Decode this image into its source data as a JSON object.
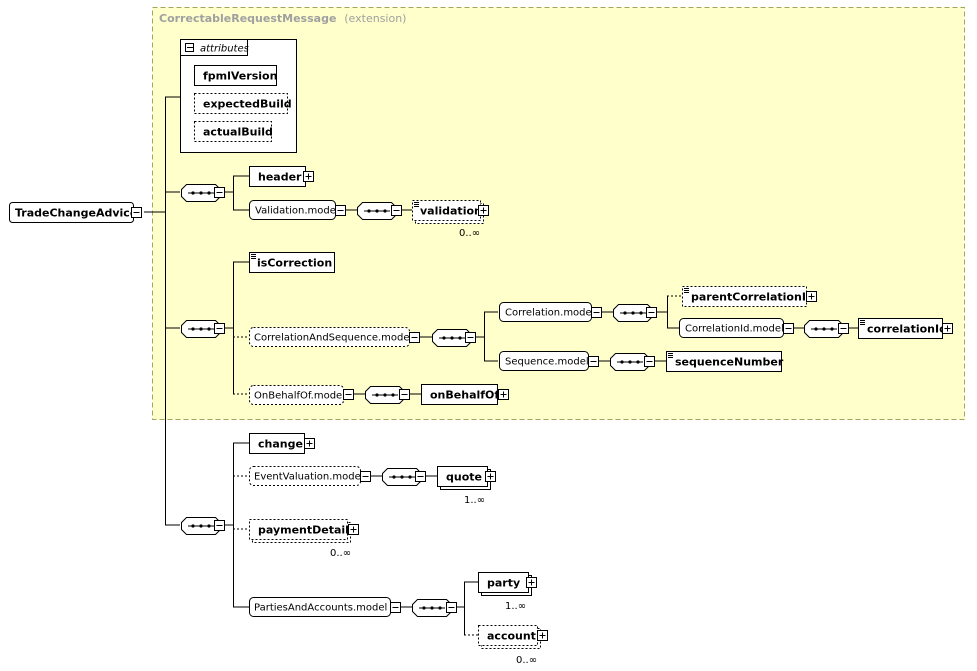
{
  "extension_box": {
    "title": "CorrectableRequestMessage",
    "suffix": "(extension)",
    "fill": "#ffffcc",
    "border": "#a5a55a"
  },
  "root": {
    "label": "TradeChangeAdvice"
  },
  "attributes": {
    "title": "attributes",
    "items": [
      {
        "label": "fpmlVersion",
        "optional": false
      },
      {
        "label": "expectedBuild",
        "optional": true
      },
      {
        "label": "actualBuild",
        "optional": true
      }
    ]
  },
  "sequence1": {
    "header": "header",
    "validation_model": "Validation.model",
    "validation": "validation",
    "validation_card": "0..∞"
  },
  "sequence2": {
    "is_correction": "isCorrection",
    "correlation_and_sequence_model": "CorrelationAndSequence.model",
    "correlation_model": "Correlation.model",
    "parent_correlation_id": "parentCorrelationId",
    "correlation_id_model": "CorrelationId.model",
    "correlation_id": "correlationId",
    "sequence_model": "Sequence.model",
    "sequence_number": "sequenceNumber",
    "on_behalf_of_model": "OnBehalfOf.model",
    "on_behalf_of": "onBehalfOf"
  },
  "sequence3": {
    "change": "change",
    "event_valuation_model": "EventValuation.model",
    "quote": "quote",
    "quote_card": "1..∞",
    "payment_details": "paymentDetails",
    "payment_details_card": "0..∞",
    "parties_and_accounts_model": "PartiesAndAccounts.model",
    "party": "party",
    "party_card": "1..∞",
    "account": "account",
    "account_card": "0..∞"
  }
}
